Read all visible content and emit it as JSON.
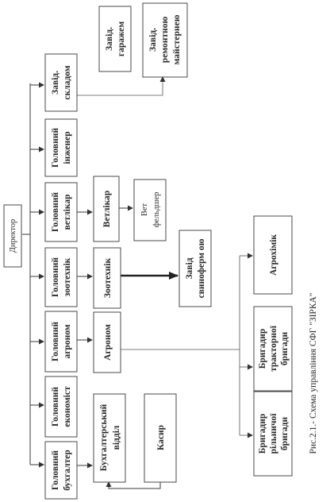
{
  "boxes": {
    "director": "Директор",
    "chief_accountant": [
      "Головний",
      "бухгалтер"
    ],
    "chief_economist": [
      "Головний",
      "економіст"
    ],
    "chief_agronomist": [
      "Головний",
      "агроном"
    ],
    "chief_zootechnician": [
      "Головний",
      "зоотехнік"
    ],
    "chief_veterinarian": [
      "Головний",
      "ветлікар"
    ],
    "chief_engineer": [
      "Головний",
      "інженер"
    ],
    "warehouse_head": [
      "Завід.",
      "складом"
    ],
    "garage_head": [
      "Завід.",
      "гаражем"
    ],
    "workshop_head": [
      "Завід.",
      "ремонтною",
      "майстернею"
    ],
    "accounting_dept": [
      "Бухгалтерський",
      "відділ"
    ],
    "cashier": "Касир",
    "agronomist": "Агроном",
    "zootechnician": "Зоотехнік",
    "veterinarian": "Ветлікар",
    "vet_assistant": [
      "Вет",
      "фельдшер"
    ],
    "pig_farm_head": [
      "Завід",
      "свиноферм ою"
    ],
    "agrochemist": "Агрохімік",
    "tractor_brigadier": [
      "Бригадир",
      "тракторної",
      "бригади"
    ],
    "field_brigadier": [
      "Бригадир",
      "рільничої",
      "бригади"
    ]
  },
  "caption": "Рис.2.1.- Схема управління  СФГ \"ЗІРКА\""
}
